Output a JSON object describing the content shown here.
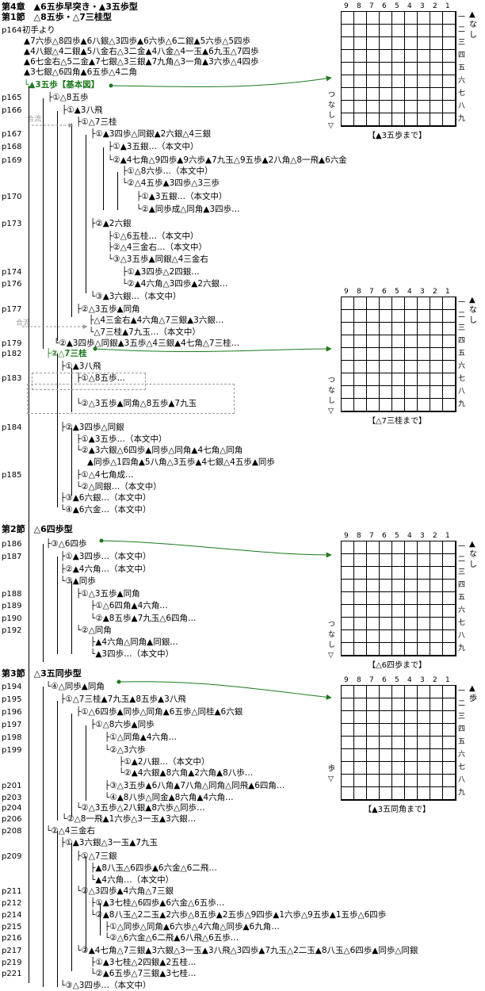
{
  "chapter": "第4章　▲6五歩早突き・▲3五歩型",
  "sections": [
    {
      "title": "第1節　△8五歩・△7三桂型"
    },
    {
      "title": "第2節　△6四歩型"
    },
    {
      "title": "第3節　△3五同歩型"
    }
  ],
  "labels": {
    "gouryu": "合流",
    "tsugi_ari": "つなし",
    "nashi": "なし",
    "ho": "歩",
    "fu": "▲"
  },
  "lines": [
    {
      "p": "p164",
      "t": "初手より"
    },
    {
      "p": "",
      "t": "▲7六歩△8四歩▲6八銀△3四歩▲6六歩△6二銀▲5六歩△5四歩"
    },
    {
      "p": "",
      "t": "▲4八銀△4二銀▲5八金右△3二金▲4八金△4一玉▲6九玉△7四歩"
    },
    {
      "p": "",
      "t": "▲6七金右△5二金▲7七銀△3三銀▲7九角△3一角▲3六歩△4四歩"
    },
    {
      "p": "",
      "t": "▲3七銀△6四角▲6五歩△4二角"
    },
    {
      "p": "",
      "t": "└▲3五歩【基本図】"
    },
    {
      "p": "p165",
      "t": "├①△8五歩"
    },
    {
      "p": "p166",
      "t": "├①▲3八飛"
    },
    {
      "p": "",
      "t": "├①△7三桂"
    },
    {
      "p": "p167",
      "t": "├①▲3四歩△同銀▲2六銀△4三銀"
    },
    {
      "p": "p168",
      "t": "├①▲3五銀…（本文中）"
    },
    {
      "p": "p169",
      "t": "└②▲4七角△9四歩▲9六歩▲7九玉△9五歩▲2八角△8一飛▲6六金"
    },
    {
      "p": "",
      "t": "├①△8六歩…（本文中）"
    },
    {
      "p": "",
      "t": "└②△4五歩▲3四歩△3三歩"
    },
    {
      "p": "p170",
      "t": "├①▲3五銀…（本文中）"
    },
    {
      "p": "",
      "t": "└②▲同歩成△同角▲3四歩…"
    },
    {
      "p": "p173",
      "t": "├②▲2六銀"
    },
    {
      "p": "",
      "t": "├①△6五桂…（本文中）"
    },
    {
      "p": "",
      "t": "├②△4三金右…（本文中）"
    },
    {
      "p": "",
      "t": "└③△3五歩▲同銀△4三金右"
    },
    {
      "p": "p174",
      "t": "├①▲3四歩△2四銀…"
    },
    {
      "p": "p176",
      "t": "└②▲4六角△3四歩▲2六銀…"
    },
    {
      "p": "",
      "t": "└③▲3六銀…（本文中）"
    },
    {
      "p": "p177",
      "t": "├②△3五歩▲同角"
    },
    {
      "p": "",
      "t": "├△4三金右▲4六角△7三銀▲3六銀…"
    },
    {
      "p": "",
      "t": "└△7三桂▲7九玉…（本文中）"
    },
    {
      "p": "p179",
      "t": "└②▲3四歩△同銀▲3五歩△4三銀▲4七角△7三桂…"
    },
    {
      "p": "p182",
      "t": "├②△7三桂"
    },
    {
      "p": "",
      "t": "├①▲3八飛"
    },
    {
      "p": "p183",
      "t": "├①△8五歩…"
    },
    {
      "p": "",
      "t": ""
    },
    {
      "p": "",
      "t": "└②△3五歩▲同角△8五歩▲7九玉"
    },
    {
      "p": "",
      "t": ""
    },
    {
      "p": "p184",
      "t": "├②▲3四歩△同銀"
    },
    {
      "p": "",
      "t": "├①▲3五歩…（本文中）"
    },
    {
      "p": "",
      "t": "└②▲3六銀△6四歩▲同歩△同角▲4七角△同角"
    },
    {
      "p": "",
      "t": "▲同歩△1四角▲5八角△3五歩▲4七銀△4五歩▲同歩"
    },
    {
      "p": "p185",
      "t": "├①△4七角成…"
    },
    {
      "p": "",
      "t": "└②△同銀…（本文中）"
    },
    {
      "p": "",
      "t": "├③▲6六銀…（本文中）"
    },
    {
      "p": "",
      "t": "└④▲6六金…（本文中）"
    },
    {
      "p": "p186",
      "t": "├③△6四歩"
    },
    {
      "p": "p187",
      "t": "├①▲3四歩…（本文中）"
    },
    {
      "p": "",
      "t": "├②▲4六角…（本文中）"
    },
    {
      "p": "",
      "t": "└③▲同歩"
    },
    {
      "p": "p188",
      "t": "├①△3五歩▲同角"
    },
    {
      "p": "p189",
      "t": "├①△6四角▲4六角…"
    },
    {
      "p": "p190",
      "t": "└②▲8五歩▲7九玉△6四角…"
    },
    {
      "p": "p192",
      "t": "└②△同角"
    },
    {
      "p": "",
      "t": "├▲4六角△同角▲同銀…"
    },
    {
      "p": "",
      "t": "└▲3四歩…（本文中）"
    },
    {
      "p": "p194",
      "t": "└④△同歩▲同角"
    },
    {
      "p": "p195",
      "t": "├①△7三桂▲7九玉▲8五歩▲3八飛"
    },
    {
      "p": "p196",
      "t": "├①△6四歩▲同歩△同角▲6五歩△同桂▲6六銀"
    },
    {
      "p": "p197",
      "t": "├①△8六歩▲同歩"
    },
    {
      "p": "p198",
      "t": "├①△同角▲4六角…"
    },
    {
      "p": "p199",
      "t": "└②△3六歩"
    },
    {
      "p": "",
      "t": "├①▲2八銀…（本文中）"
    },
    {
      "p": "",
      "t": "└②▲4六銀▲8六角▲2六角▲8八歩…"
    },
    {
      "p": "p201",
      "t": "├③△3五歩▲6八角▲7八角△同角△同飛▲6四角…"
    },
    {
      "p": "p203",
      "t": "└④▲8八歩△同金▲8六角▲4六角…"
    },
    {
      "p": "p204",
      "t": "└②△3五歩△2八銀▲8六歩△同歩…"
    },
    {
      "p": "p206",
      "t": "└②△8一飛▲1六歩△3一玉▲3六銀…"
    },
    {
      "p": "p208",
      "t": "└②△4三金右"
    },
    {
      "p": "",
      "t": "├①▲3六銀△3一玉▲7九玉"
    },
    {
      "p": "p209",
      "t": "├①△7三銀"
    },
    {
      "p": "",
      "t": "├▲8八玉△6四歩▲6六金△6二飛…"
    },
    {
      "p": "",
      "t": "└▲4六角…（本文中）"
    },
    {
      "p": "p211",
      "t": "└②△3四歩▲4六角△7三銀"
    },
    {
      "p": "p212",
      "t": "├①▲3七桂△6四歩▲6六金△6五歩…"
    },
    {
      "p": "p214",
      "t": "└②▲8八玉△2二玉▲2六歩△8五歩▲2五歩△9四歩▲1六歩△9五歩▲1五歩△6四歩"
    },
    {
      "p": "p215",
      "t": "├①△同歩△同角▲6六歩△4六角△同歩▲6九角…"
    },
    {
      "p": "p216",
      "t": "└②△6六金△6二飛▲6八飛△6五歩…"
    },
    {
      "p": "p217",
      "t": "└②▲4七角△7三銀▲3六銀△3一玉▲3八飛△3四歩▲7九玉△2二玉▲8八玉△6四歩▲同歩△同銀"
    },
    {
      "p": "p219",
      "t": "├①▲3七桂△2四銀▲2五桂…"
    },
    {
      "p": "p221",
      "t": "└②▲6五歩△7三銀▲3七桂…"
    },
    {
      "p": "",
      "t": "└③△3四歩…（本文中）"
    }
  ],
  "boards": [
    {
      "caption": "【▲3五歩まで】",
      "hand_top": "なし",
      "hand_bottom": "つなし"
    },
    {
      "caption": "【△7三桂まで】",
      "hand_top": "なし",
      "hand_bottom": "つなし"
    },
    {
      "caption": "【△6四歩まで】",
      "hand_top": "なし",
      "hand_bottom": "つなし"
    },
    {
      "caption": "【▲3五同角まで】",
      "hand_top": "歩",
      "hand_bottom": "歩"
    }
  ],
  "files": [
    "9",
    "8",
    "7",
    "6",
    "5",
    "4",
    "3",
    "2",
    "1"
  ],
  "ranks": [
    "一",
    "二",
    "三",
    "四",
    "五",
    "六",
    "七",
    "八",
    "九"
  ]
}
